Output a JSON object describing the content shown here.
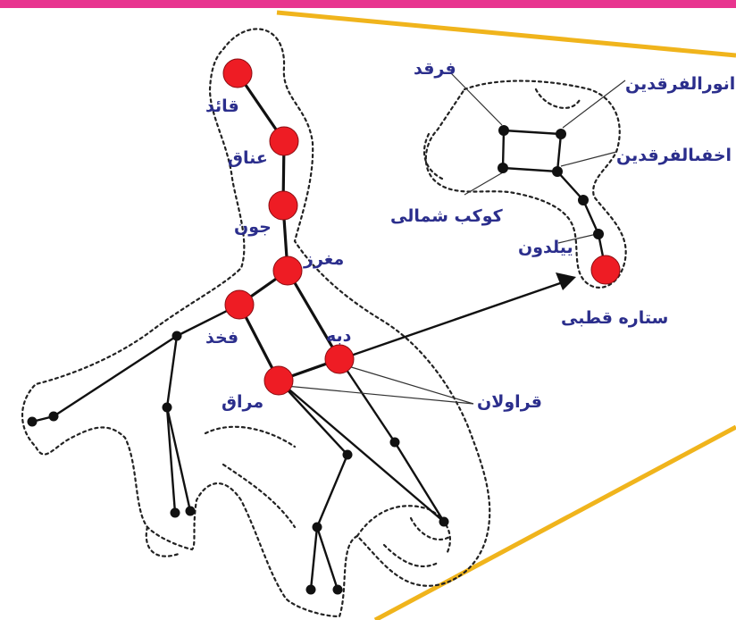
{
  "colors": {
    "top_bar": "#e8358f",
    "label": "#2b2e8c",
    "star_major": "#ee1c24",
    "frame": "#f0b41c"
  },
  "labels": {
    "qaed": "قائد",
    "anaq": "عناق",
    "jon": "جون",
    "maghraz": "مغرز",
    "fakhz": "فخذ",
    "dobbeh": "دبه",
    "maraq": "مراق",
    "qarawalan": "قراولان",
    "farqad": "فرقد",
    "anwar_farqadain": "انورالفرقدين",
    "akhfa_farqadain": "اخفىالفرقدين",
    "kawkab_shamali": "کوکب شمالی",
    "yeldon": "ییلدون",
    "setareh_qotbi": "ستاره قطبی"
  }
}
